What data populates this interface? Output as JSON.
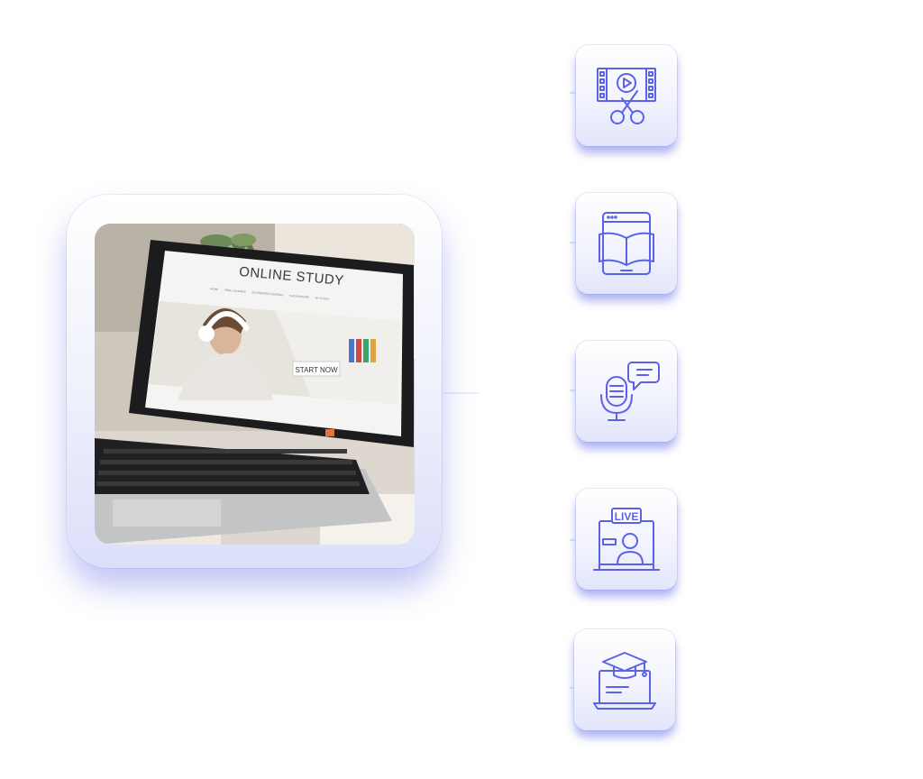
{
  "photo": {
    "screen_title": "ONLINE STUDY",
    "nav_items": [
      "HOME",
      "FREE COURSES",
      "ACCREDITED COURSES",
      "E-BOOKSTORE",
      "MY STUDY"
    ],
    "cta_label": "START NOW"
  },
  "icons": [
    {
      "name": "video-editing-icon"
    },
    {
      "name": "ebook-icon"
    },
    {
      "name": "podcast-icon"
    },
    {
      "name": "live-stream-icon",
      "label": "LIVE"
    },
    {
      "name": "online-graduation-icon"
    }
  ],
  "colors": {
    "icon_stroke": "#5a62ea",
    "accent_glow": "#7880e6",
    "cta_orange": "#e8713a"
  }
}
